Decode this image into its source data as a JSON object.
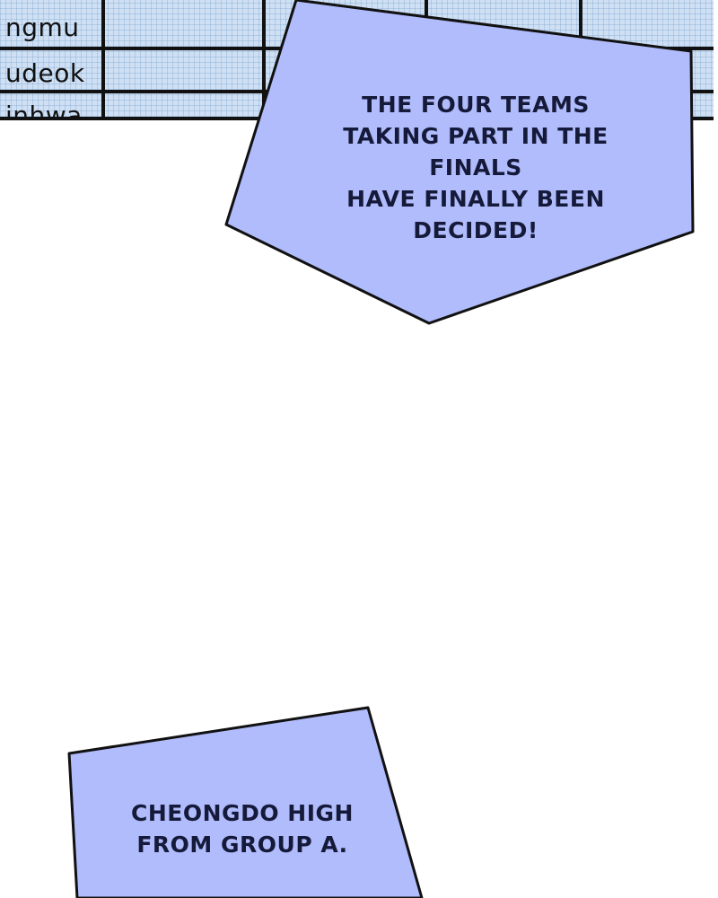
{
  "table": {
    "rows": [
      {
        "label": "ngmu"
      },
      {
        "label": "udeok"
      },
      {
        "label": "inhwa"
      }
    ]
  },
  "captions": {
    "top": {
      "lines": [
        "THE FOUR TEAMS",
        "TAKING PART IN THE FINALS",
        "HAVE FINALLY BEEN",
        "DECIDED!"
      ]
    },
    "bottom": {
      "lines": [
        "CHEONGDO HIGH",
        "FROM GROUP A."
      ]
    }
  },
  "colors": {
    "caption_fill": "#b0bcfb",
    "caption_stroke": "#111111",
    "caption_text": "#161a3a",
    "table_bg": "#cfe0f5"
  }
}
